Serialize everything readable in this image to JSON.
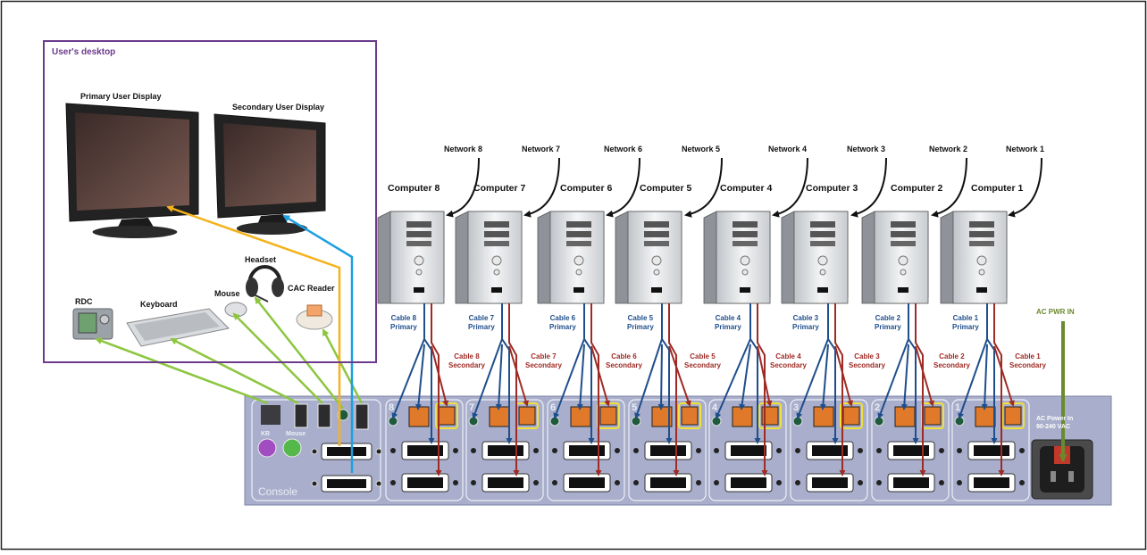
{
  "desktop": {
    "title": "User's desktop",
    "primary_display": "Primary User Display",
    "secondary_display": "Secondary User Display",
    "headset": "Headset",
    "mouse": "Mouse",
    "cac_reader": "CAC Reader",
    "rdc": "RDC",
    "keyboard": "Keyboard"
  },
  "computers": [
    {
      "name": "Computer 8",
      "network": "Network 8",
      "cable_primary": "Cable 8\nPrimary",
      "cable_secondary": "Cable 8\nSecondary",
      "port": "8"
    },
    {
      "name": "Computer 7",
      "network": "Network 7",
      "cable_primary": "Cable 7\nPrimary",
      "cable_secondary": "Cable 7\nSecondary",
      "port": "7"
    },
    {
      "name": "Computer 6",
      "network": "Network 6",
      "cable_primary": "Cable 6\nPrimary",
      "cable_secondary": "Cable 6\nSecondary",
      "port": "6"
    },
    {
      "name": "Computer 5",
      "network": "Network 5",
      "cable_primary": "Cable 5\nPrimary",
      "cable_secondary": "Cable 5\nSecondary",
      "port": "5"
    },
    {
      "name": "Computer 4",
      "network": "Network 4",
      "cable_primary": "Cable 4\nPrimary",
      "cable_secondary": "Cable 4\nSecondary",
      "port": "4"
    },
    {
      "name": "Computer 3",
      "network": "Network 3",
      "cable_primary": "Cable 3\nPrimary",
      "cable_secondary": "Cable 3\nSecondary",
      "port": "3"
    },
    {
      "name": "Computer 2",
      "network": "Network 2",
      "cable_primary": "Cable 2\nPrimary",
      "cable_secondary": "Cable 2\nSecondary",
      "port": "2"
    },
    {
      "name": "Computer 1",
      "network": "Network 1",
      "cable_primary": "Cable 1\nPrimary",
      "cable_secondary": "Cable 1\nSecondary",
      "port": "1"
    }
  ],
  "kvm": {
    "console_label": "Console",
    "kb_label": "KB",
    "mouse_label": "Mouse",
    "ac_power_in": "AC Power In\n90-240 VAC",
    "ac_pwr_in_label": "AC PWR IN"
  },
  "colors": {
    "primary_cable": "#1f4e8c",
    "secondary_cable": "#9e2b24",
    "peripheral_cable": "#8cc63f",
    "primary_display_cable": "#f5b21b",
    "secondary_display_cable": "#1ea0e0",
    "network_arrow": "#111111",
    "desktop_border": "#6b3a8c",
    "kvm_panel": "#a8aecb",
    "power_cable": "#6a8a2e"
  }
}
